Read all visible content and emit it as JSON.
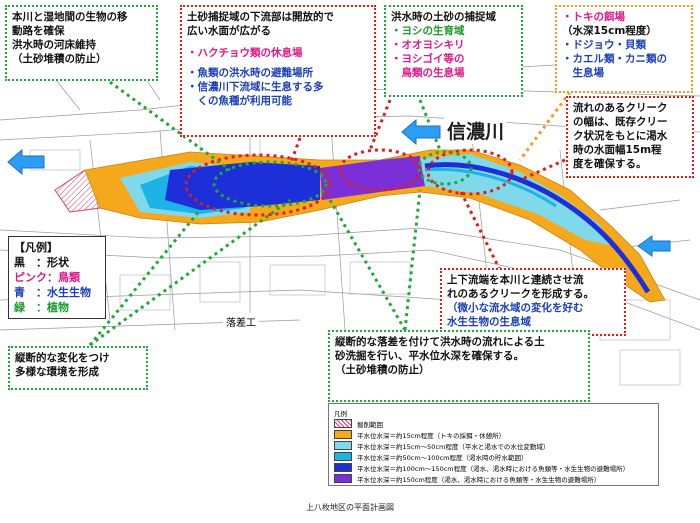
{
  "callouts": {
    "top_left": [
      "本川と湿地間の生物の移",
      "動路を確保",
      "洪水時の河床維持",
      "（土砂堆積の防止）"
    ],
    "top_mid_header": [
      "土砂捕捉域の下流部は開放的で",
      "広い水面が広がる"
    ],
    "top_mid_items": [
      "・ハクチョウ類の休息場",
      "・魚類の洪水時の避難場所",
      "・信濃川下流域に生息する多",
      "　くの魚種が利用可能"
    ],
    "top_center_header": "洪水時の土砂の捕捉域",
    "top_center_items": [
      "・ヨシの生育域",
      "・オオヨシキリ",
      "・ヨシゴイ等の",
      "　鳥類の生息場"
    ],
    "top_right_items": [
      "・トキの餌場",
      "（水深15cm程度）",
      "・ドジョウ・貝類",
      "・カエル類・カニ類の",
      "　生息場"
    ],
    "right_mid": [
      "流れのあるクリーク",
      "の幅は、既存クリー",
      "ク状況をもとに渇水",
      "時の水面幅15m程",
      "度を確保する。"
    ],
    "bottom_right_main": [
      "上下流端を本川と連続させ流",
      "れのあるクリークを形成する。"
    ],
    "bottom_right_sub": [
      "（微小な流水域の変化を好む",
      "水生生物の生息域"
    ],
    "bottom_left": [
      "縦断的な変化をつけ",
      "多様な環境を形成"
    ],
    "bottom_center": [
      "縦断的な落差を付けて洪水時の流れによる土",
      "砂洗掘を行い、平水位水深を確保する。",
      "（土砂堆積の防止）"
    ]
  },
  "river_name": "信濃川",
  "weir_label": "落差工",
  "legend_key": {
    "title": "【凡例】",
    "rows": [
      {
        "label": "黒　：形状",
        "color": "#111111"
      },
      {
        "label": "ピンク：鳥類",
        "color": "#e0198a"
      },
      {
        "label": "青　：水生生物",
        "color": "#1b3fb8"
      },
      {
        "label": "緑　：植物",
        "color": "#1a9a2a"
      }
    ]
  },
  "depth_legend": {
    "title": "凡例",
    "rows": [
      {
        "label": "掘削範囲",
        "color": "#ffffff",
        "hatch": true
      },
      {
        "label": "平水位水深＝約15cm程度（トキの採餌・休憩所）",
        "color": "#f5a81c"
      },
      {
        "label": "平水位水深＝約15cm〜50cm程度（平水と渇水での水位変動域）",
        "color": "#7fd9ea"
      },
      {
        "label": "平水位水深＝約50cm〜100cm程度（渇水時の貯水範囲）",
        "color": "#1cb4e6"
      },
      {
        "label": "平水位水深＝約100cm〜150cm程度（渇水、渇水時における魚類等・水生生物の避難場所）",
        "color": "#1c2fd8"
      },
      {
        "label": "平水位水深＝約150cm程度（渇水、渇水時における魚類等・水生生物の避難場所）",
        "color": "#7a2fd8"
      }
    ]
  },
  "caption": "上八枚地区の平面計画図",
  "colors": {
    "green_dotted": "#1fa83a",
    "red_dotted": "#e21b1b",
    "orange_dotted": "#f39a1e",
    "flow_arrow": "#2a9df4"
  }
}
